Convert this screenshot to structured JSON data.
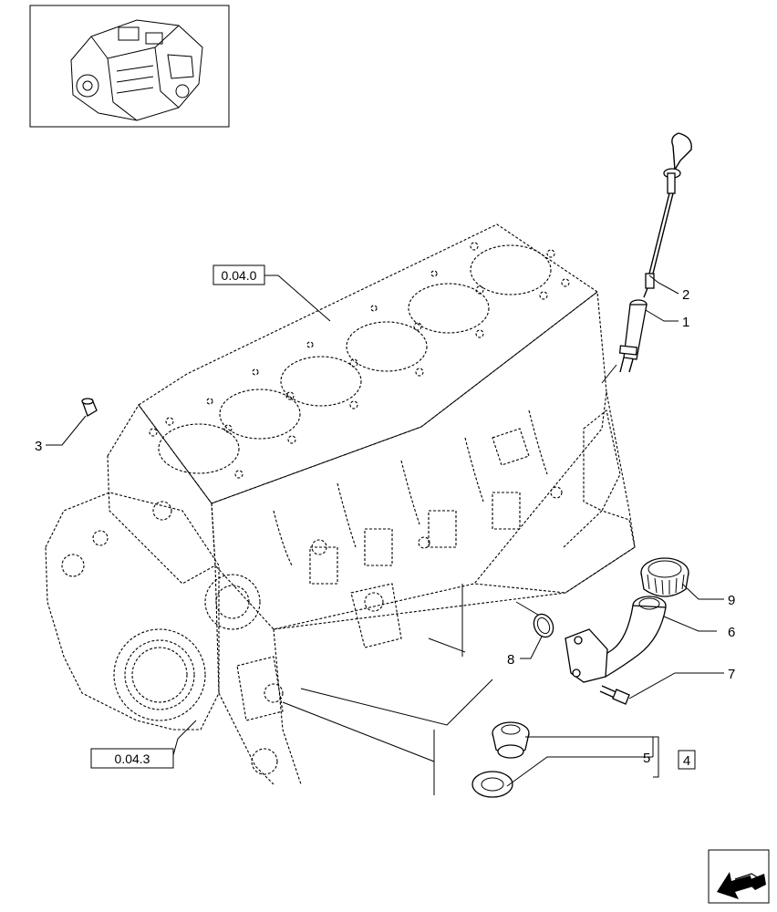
{
  "references": {
    "block_top": "0.04.0",
    "block_bottom": "0.04.3"
  },
  "callouts": {
    "c1": "1",
    "c2": "2",
    "c3": "3",
    "c5": "5",
    "c6": "6",
    "c7": "7",
    "c8": "8",
    "c9": "9",
    "kit": "4"
  },
  "icons": {
    "thumbnail": "engine-thumbnail-icon",
    "navigation": "next-page-arrow-icon"
  }
}
